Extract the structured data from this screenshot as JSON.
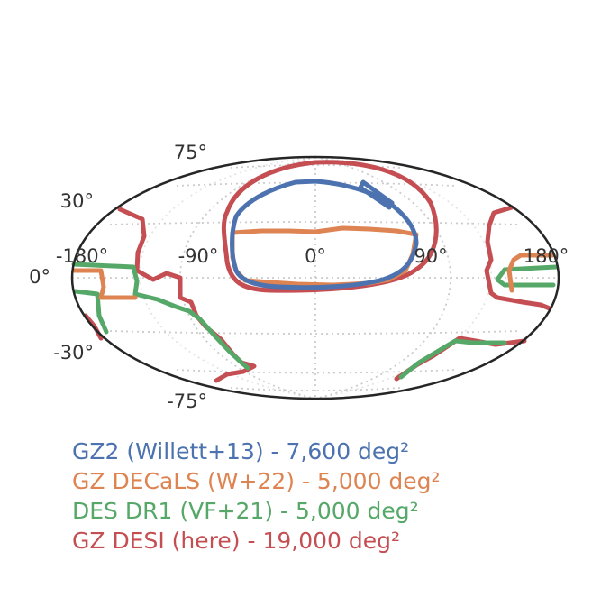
{
  "map": {
    "projection": "Mollweide",
    "longitude_ticks": [
      "-180°",
      "-90°",
      "0°",
      "90°",
      "180°"
    ],
    "latitude_ticks": [
      "75°",
      "30°",
      "0°",
      "-30°",
      "-75°"
    ],
    "grid": true
  },
  "surveys": [
    {
      "key": "gz2",
      "label": "GZ2 (Willett+13) - 7,600 deg²",
      "color": "#4c72b0"
    },
    {
      "key": "decals",
      "label": "GZ DECaLS (W+22) - 5,000 deg²",
      "color": "#dd8452"
    },
    {
      "key": "des",
      "label": "DES DR1 (VF+21) - 5,000 deg²",
      "color": "#55a868"
    },
    {
      "key": "desi",
      "label": "GZ DESI (here) - 19,000 deg²",
      "color": "#c44e52"
    }
  ]
}
